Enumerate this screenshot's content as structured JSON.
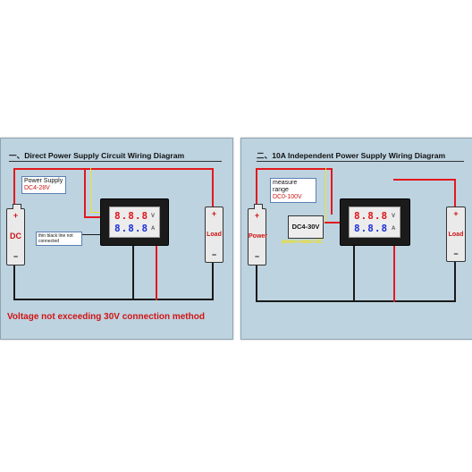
{
  "left_panel": {
    "title": "一、Direct Power Supply Circuit Wiring Diagram",
    "callout_line1": "Power Supply",
    "callout_line2": "DC4-28V",
    "note": "thin black line not connected",
    "source_label": "DC",
    "load_label": "Load",
    "footer": "Voltage not exceeding 30V connection method",
    "meter": {
      "voltage_digits": "8.8.8",
      "current_digits": "8.8.8",
      "voltage_unit": "V",
      "current_unit": "A"
    }
  },
  "right_panel": {
    "title": "二、10A Independent Power Supply Wiring Diagram",
    "callout_line1": "measure range",
    "callout_line2": "DC0-100V",
    "dc_box": "DC4-30V",
    "power_meter_label": "power meter DC",
    "source_label": "Power",
    "load_label": "Load",
    "meter": {
      "voltage_digits": "8.8.8",
      "current_digits": "8.8.8",
      "voltage_unit": "V",
      "current_unit": "A"
    }
  },
  "symbols": {
    "plus": "+",
    "minus": "−"
  },
  "colors": {
    "wire_red": "#e2191e",
    "wire_black": "#1a1a1a",
    "wire_yellow": "#f2e324",
    "panel_bg": "#bdd3e0",
    "text_red": "#d01414"
  }
}
